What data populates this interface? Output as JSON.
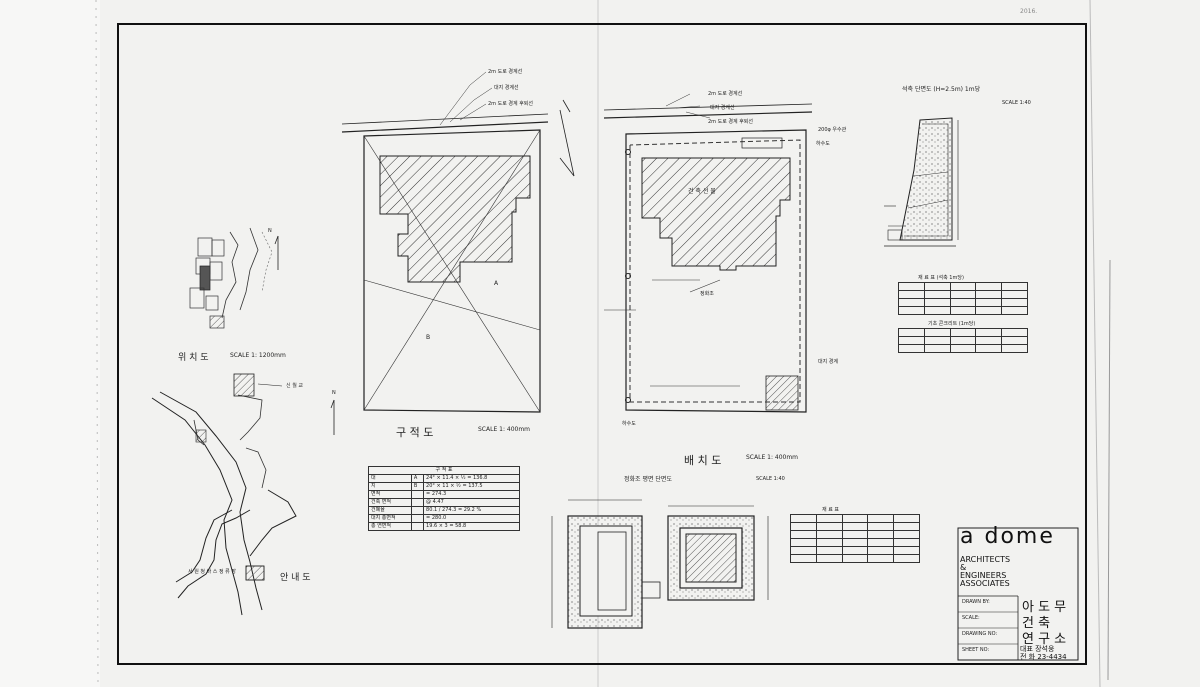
{
  "corner_mark": "2016.",
  "drawings": {
    "location": {
      "label": "위 치 도",
      "scale": "SCALE 1: 1200mm"
    },
    "guide": {
      "label": "안 내 도",
      "notes": [
        "신 월 교",
        "서 원 청 바 스 정 류 장"
      ]
    },
    "existing": {
      "label": "구 적 도",
      "scale": "SCALE 1: 400mm",
      "notes": [
        "2m 도로 경계선",
        "대지 경계선",
        "2m 도로 경계 후퇴선"
      ],
      "markers": [
        "A",
        "B"
      ]
    },
    "site": {
      "label": "배 치 도",
      "scale": "SCALE 1: 400mm",
      "building": "건 축 선 물",
      "notes": [
        "2m 도로 경계선",
        "대지 경계선",
        "2m 도로 경계 후퇴선",
        "200φ 우수관",
        "정화조",
        "하수도",
        "대지 경계",
        "하수도"
      ]
    },
    "septic": {
      "label": "정화조 평면 단면도",
      "scale": "SCALE 1:40"
    },
    "wall": {
      "label": "석축 단면도 (H=2.5m) 1m당",
      "scale": "SCALE 1:40"
    }
  },
  "area_table": {
    "title": "구 적 표",
    "rows": [
      [
        "대",
        "A",
        "24° × 11.4 × ½ = 136.8"
      ],
      [
        "지",
        "B",
        "20° × 11 × ½ = 137.5"
      ],
      [
        "면적",
        "",
        "= 274.3"
      ],
      [
        "건축 면적",
        "",
        "@ 4.47"
      ],
      [
        "건폐율",
        "",
        "80.1 / 274.3 = 29.2 %"
      ],
      [
        "대지 총면적",
        "",
        "= 280.0"
      ],
      [
        "총 연면적",
        "",
        "19.6 × 3 = 58.8"
      ]
    ]
  },
  "material_tables": {
    "t1_title": "재 료 표 (석축 1m당)",
    "t2_title": "기초 콘크리트 (1m당)",
    "t3_title": "재 료 표"
  },
  "firm": {
    "logo": "a dome",
    "lines": [
      "ARCHITECTS",
      "&",
      "ENGINEERS",
      "ASSOCIATES"
    ],
    "korean": [
      "아 도 무",
      "건 축",
      "연 구 소"
    ],
    "rep": "대표 장석웅",
    "tel": "전 화 23-4434"
  },
  "title_block": [
    "DRAWN BY:",
    "SCALE:",
    "DRAWING NO:",
    "SHEET NO:"
  ],
  "north": "N"
}
